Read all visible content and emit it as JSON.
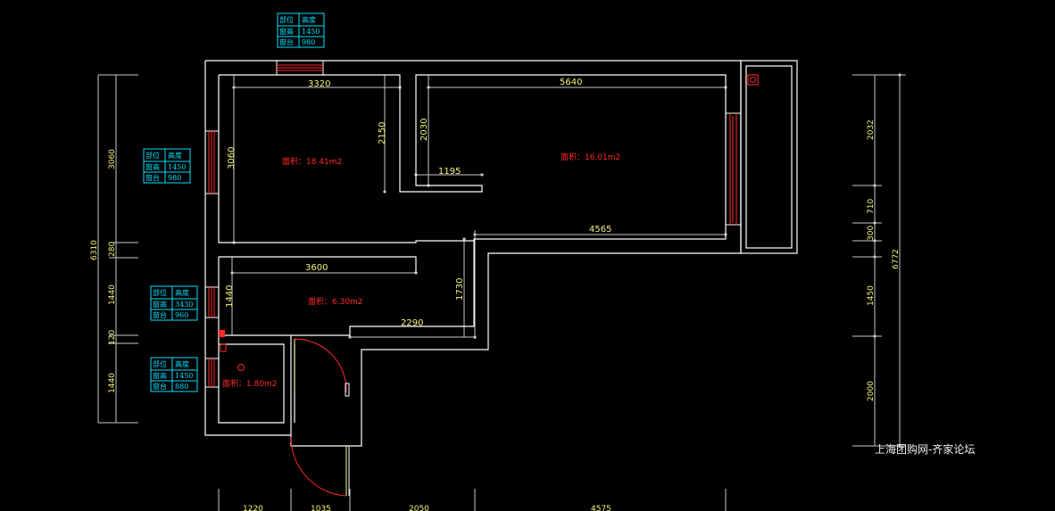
{
  "top_dimensions": {
    "living_width": "3320",
    "bedroom_width": "5640",
    "bedroom_depth": "2030",
    "living_depth": "2150",
    "stub": "1195",
    "corridor": "4565"
  },
  "left_dimensions": {
    "total": "6310",
    "seg1": "3060",
    "seg2": "280",
    "seg3": "1440",
    "seg4": "120",
    "seg5": "1440"
  },
  "inner_dimensions": {
    "living_height": "3060",
    "kitchen_width": "3600",
    "kitchen_height": "1440",
    "hall_depth": "1730",
    "hall_width": "2290"
  },
  "right_dimensions": {
    "total": "6772",
    "seg1": "2032",
    "seg2": "710",
    "seg3": "300",
    "seg4": "1450",
    "seg5": "2000"
  },
  "bottom_dimensions": {
    "seg1": "1220",
    "seg2": "1035",
    "seg3": "2050",
    "seg4": "4575"
  },
  "rooms": {
    "living": {
      "area": "面积：18.41m2"
    },
    "bedroom": {
      "area": "面积：16.01m2"
    },
    "kitchen": {
      "area": "面积：6.30m2"
    },
    "bathroom": {
      "area": "面积：1.80m2"
    }
  },
  "window_tables": [
    {
      "h1": "部位",
      "h2": "高度",
      "r1k": "窗高",
      "r1v": "1450",
      "r2k": "窗台",
      "r2v": "980"
    },
    {
      "h1": "部位",
      "h2": "高度",
      "r1k": "窗高",
      "r1v": "1450",
      "r2k": "窗台",
      "r2v": "980"
    },
    {
      "h1": "部位",
      "h2": "高度",
      "r1k": "窗高",
      "r1v": "3430",
      "r2k": "窗台",
      "r2v": "960"
    },
    {
      "h1": "部位",
      "h2": "高度",
      "r1k": "窗高",
      "r1v": "1450",
      "r2k": "窗台",
      "r2v": "880"
    }
  ],
  "watermark": "上海团购网-齐家论坛",
  "colors": {
    "wall": "#ffffff",
    "dim_line": "#c8c8c8",
    "dim_text": "#f2f27a",
    "area_text": "#ff2a2a",
    "table": "#00e0ff",
    "window": "#ff2a2a",
    "door_arc": "#ff2a2a"
  }
}
